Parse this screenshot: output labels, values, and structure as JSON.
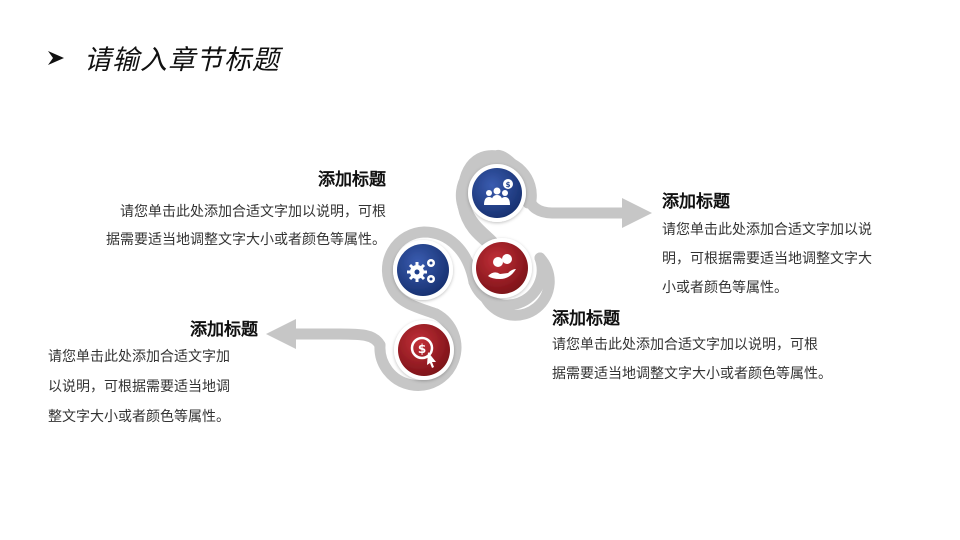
{
  "header": {
    "title": "请输入章节标题",
    "bullet_icon": "arrowhead-bullet"
  },
  "colors": {
    "blue": "#1f3f8a",
    "red": "#9e1b22",
    "track_gray": "#c8c8c8",
    "text_dark": "#111111",
    "text_body": "#333333"
  },
  "items": [
    {
      "heading": "添加标题",
      "body": "请您单击此处添加合适文字加以说明，可根据需要适当地调整文字大小或者颜色等属性。",
      "lines": [
        "请您单击此处添加合适文字加以说明，可根",
        "据需要适当地调整文字大小或者颜色等属性。"
      ],
      "icon": "gears-icon",
      "color": "blue"
    },
    {
      "heading": "添加标题",
      "body": "请您单击此处添加合适文字加以说明，可根据需要适当地调整文字大小或者颜色等属性。",
      "lines": [
        "请您单击此处添加合适文字加以说",
        "明，可根据需要适当地调整文字大",
        "小或者颜色等属性。"
      ],
      "icon": "people-dollar-icon",
      "color": "blue"
    },
    {
      "heading": "添加标题",
      "body": "请您单击此处添加合适文字加以说明，可根据需要适当地调整文字大小或者颜色等属性。",
      "lines": [
        "请您单击此处添加合适文字加以说明，可根",
        "据需要适当地调整文字大小或者颜色等属性。"
      ],
      "icon": "hand-coins-icon",
      "color": "red"
    },
    {
      "heading": "添加标题",
      "body": "请您单击此处添加合适文字加以说明，可根据需要适当地调整文字大小或者颜色等属性。",
      "lines": [
        "请您单击此处添加合适文字加",
        "以说明，可根据需要适当地调",
        "整文字大小或者颜色等属性。"
      ],
      "icon": "dollar-click-icon",
      "color": "red"
    }
  ]
}
